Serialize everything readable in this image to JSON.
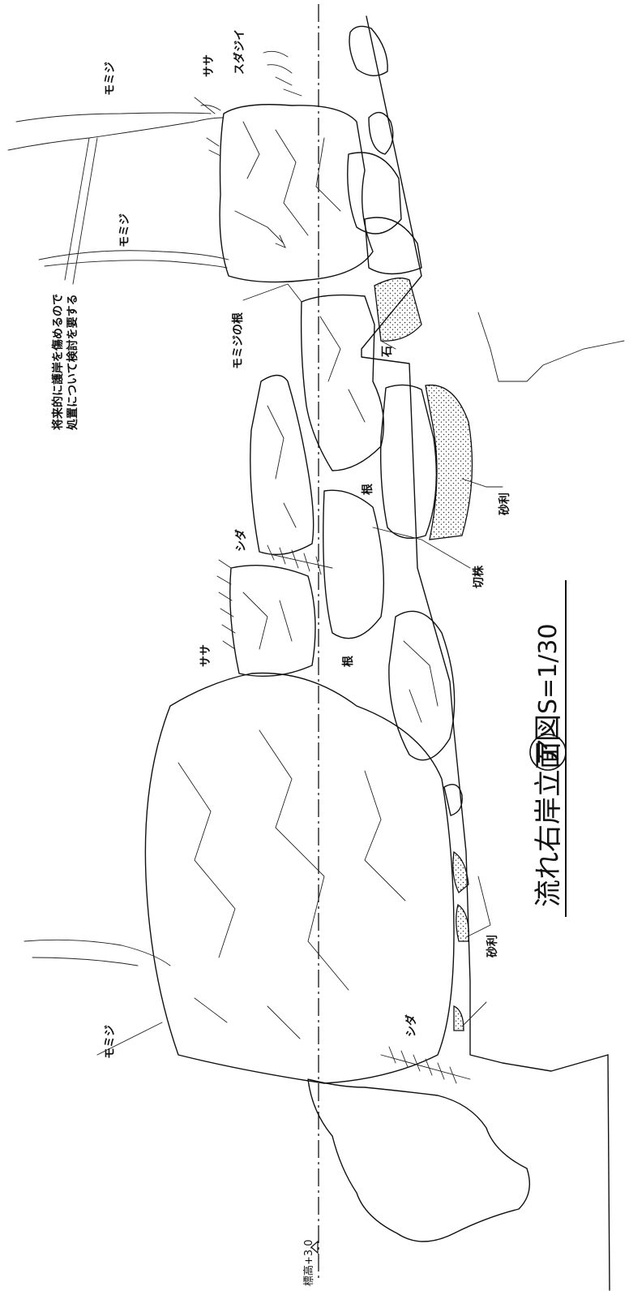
{
  "drawing": {
    "title": "流れ右岸立面図",
    "section_mark": "ア",
    "scale": "S=1/30",
    "elevation_mark": "標高+3.0"
  },
  "labels": {
    "momiji": "モミジ",
    "sasa": "ササ",
    "sudajii": "スダジイ",
    "note_line1": "将来的に護岸を傷めるので",
    "note_line2": "処置について検討を要する",
    "momiji_root": "モミジの根",
    "stone": "石",
    "root": "根",
    "gravel": "砂利",
    "stump": "切株",
    "fern": "シダ"
  }
}
